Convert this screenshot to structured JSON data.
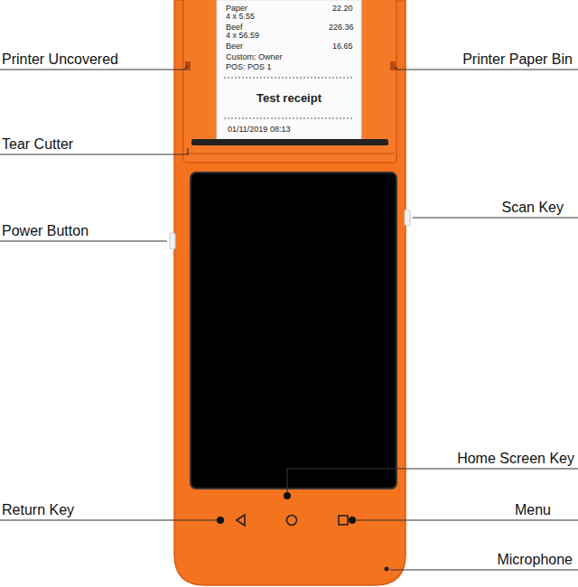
{
  "diagram": {
    "labels": [
      "Paper",
      "22.20",
      "4 x 5.55",
      "Beef",
      "226.36",
      "4 x 56.59",
      "Beer",
      "16.65",
      "Custom: Owner",
      "POS: POS 1",
      "Printer Uncovered",
      "Printer Paper Bin",
      "Test receipt",
      "01/11/2019 08:13",
      "Tear Cutter",
      "Scan Key",
      "Power Button",
      "Home Screen Key",
      "Return Key",
      "Menu",
      "Microphone"
    ]
  }
}
